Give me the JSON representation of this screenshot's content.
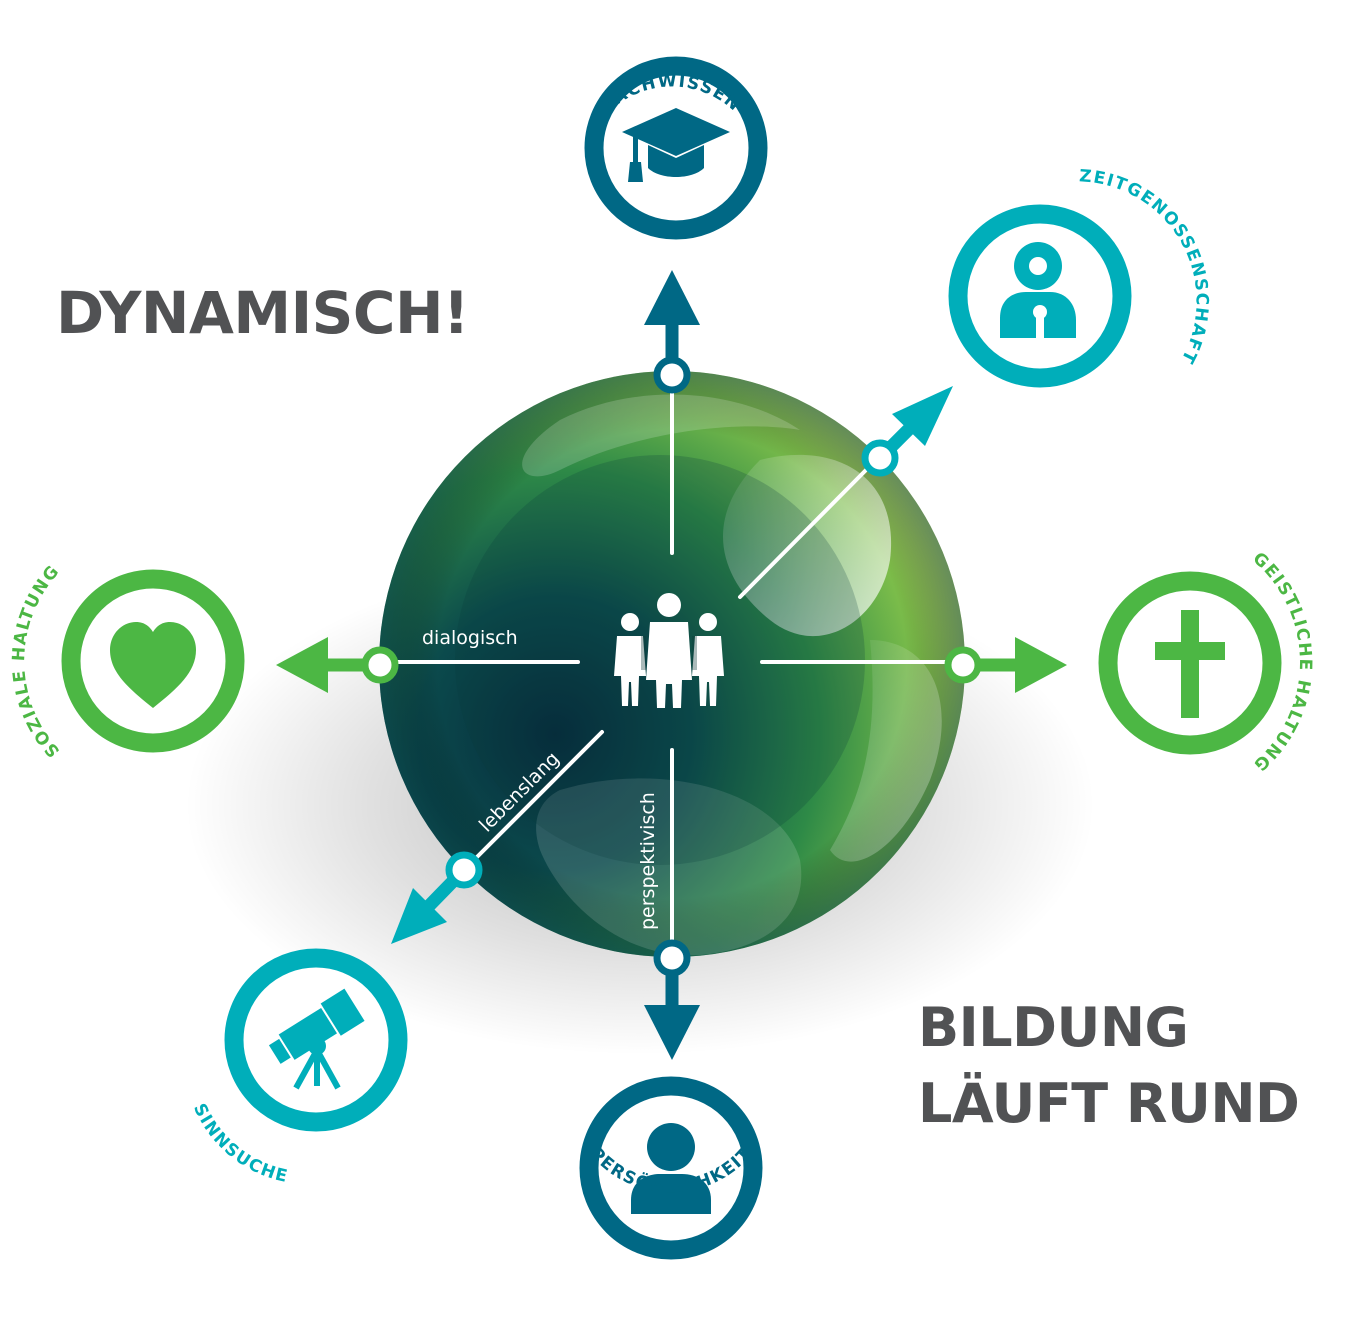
{
  "headlines": {
    "top_left": "DYNAMISCH!",
    "bottom_right_line1": "BILDUNG",
    "bottom_right_line2": "LÄUFT RUND"
  },
  "colors": {
    "dark_blue": "#006885",
    "teal": "#00aeba",
    "green": "#4cb744",
    "text_gray": "#515254"
  },
  "center": {
    "icon": "family-icon"
  },
  "axis_labels": {
    "left": "dialogisch",
    "lower_left": "lebenslang",
    "down": "perspektivisch"
  },
  "nodes": {
    "fachwissen": {
      "label": "FACHWISSEN",
      "icon": "graduation-cap-icon"
    },
    "zeitgenossenschaft": {
      "label": "ZEITGENOSSENSCHAFT",
      "icon": "puzzle-person-icon"
    },
    "geistliche": {
      "label": "GEISTLICHE HALTUNG",
      "icon": "cross-icon"
    },
    "persoenlichkeit": {
      "label": "PERSÖNLICHKEIT",
      "icon": "person-icon"
    },
    "sinnsuche": {
      "label": "SINNSUCHE",
      "icon": "telescope-icon"
    },
    "soziale": {
      "label": "SOZIALE HALTUNG",
      "icon": "heart-icon"
    }
  }
}
